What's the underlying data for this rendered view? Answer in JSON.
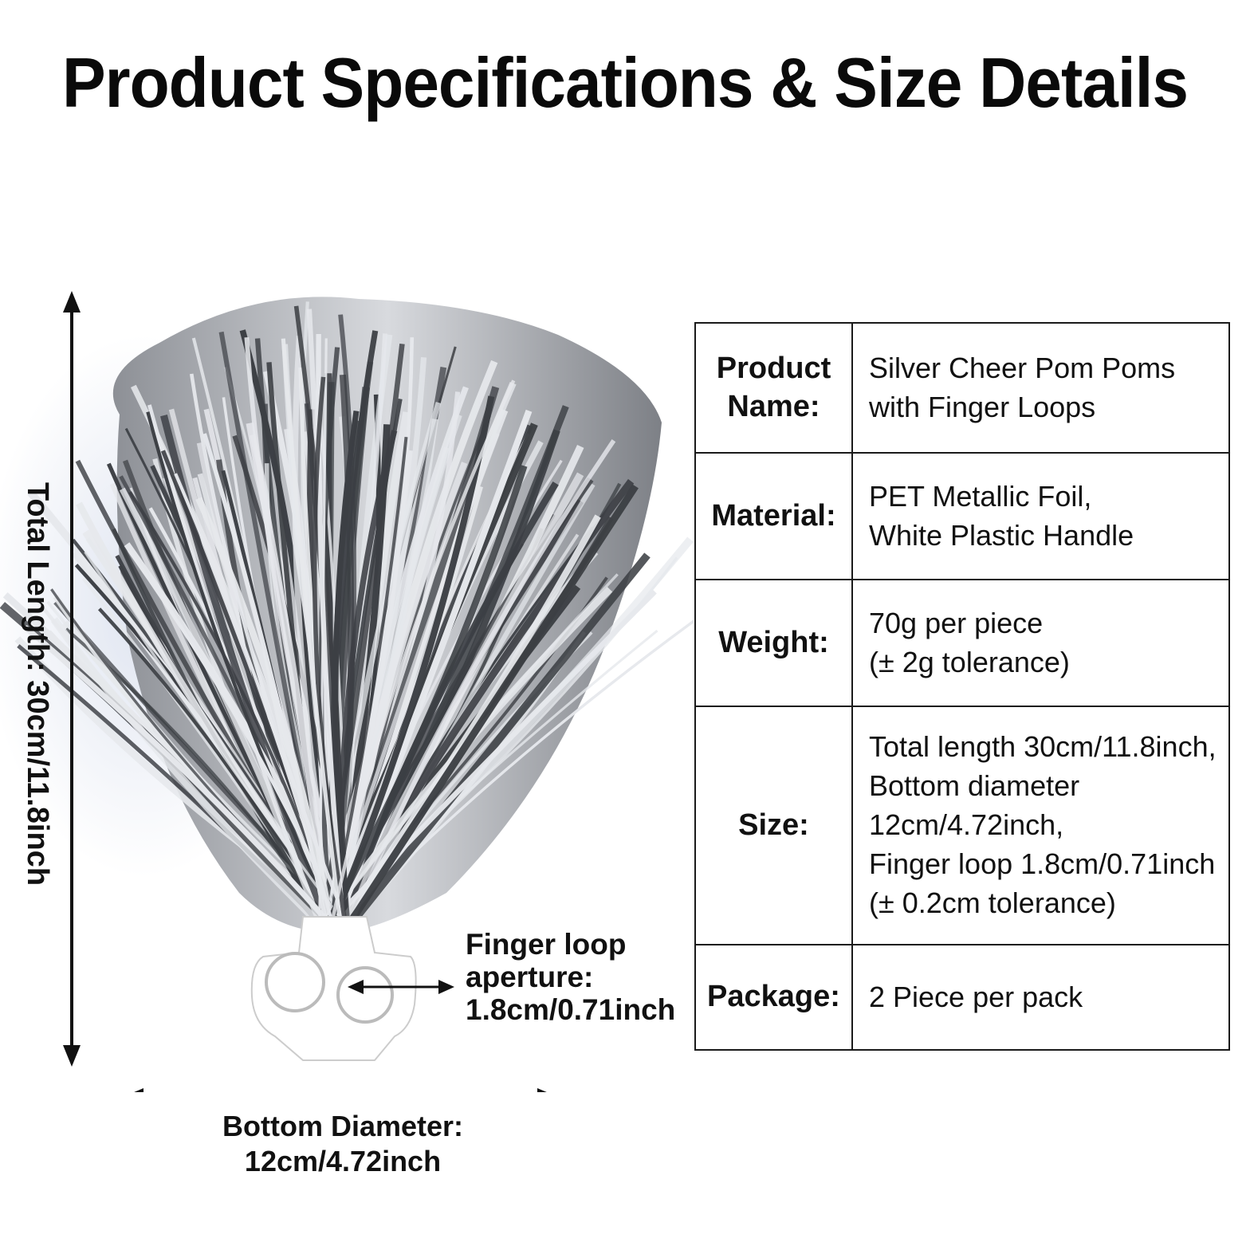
{
  "title": "Product Specifications & Size Details",
  "dimensions": {
    "total_length": "Total Length: 30cm/11.8inch",
    "finger_loop": [
      "Finger loop",
      "aperture:",
      "1.8cm/0.71inch"
    ],
    "bottom_diameter": [
      "Bottom Diameter:",
      "12cm/4.72inch"
    ]
  },
  "specs": [
    {
      "label": "Product Name:",
      "lines": [
        "Silver Cheer Pom Poms",
        "with Finger Loops"
      ]
    },
    {
      "label": "Material:",
      "lines": [
        "PET Metallic Foil,",
        "White Plastic Handle"
      ]
    },
    {
      "label": "Weight:",
      "lines": [
        "70g per piece",
        "(± 2g tolerance)"
      ]
    },
    {
      "label": "Size:",
      "lines": [
        "Total length 30cm/11.8inch,",
        "Bottom diameter",
        "12cm/4.72inch,",
        "Finger loop 1.8cm/0.71inch",
        "(± 0.2cm tolerance)"
      ]
    },
    {
      "label": "Package:",
      "lines": [
        "2 Piece per pack"
      ]
    }
  ],
  "colors": {
    "foil_light": "#e6e8ec",
    "foil_dark": "#3c3f44",
    "handle": "#ffffff",
    "text": "#111111"
  }
}
